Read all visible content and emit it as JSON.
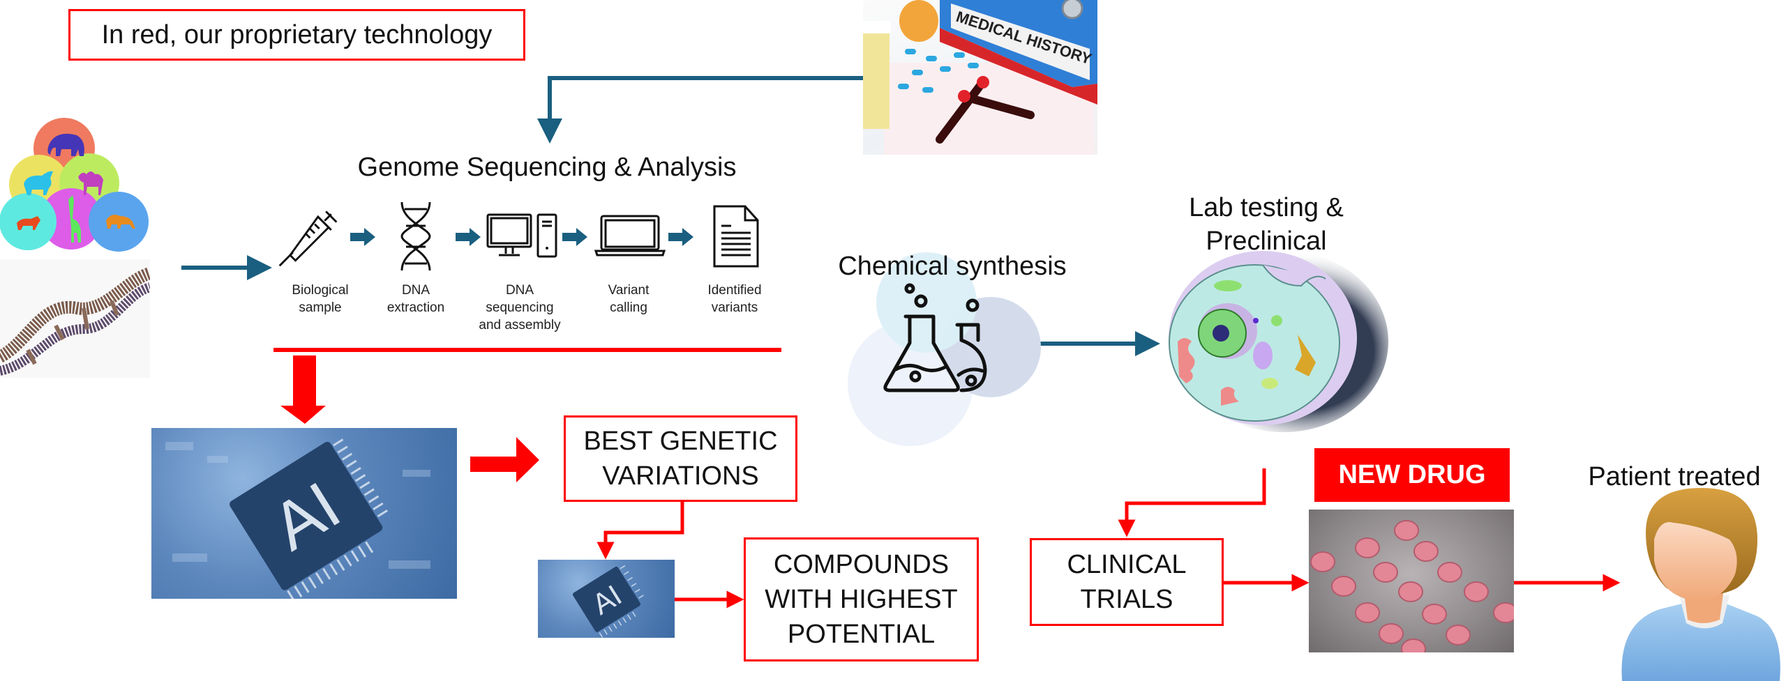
{
  "legend_note": "In red, our proprietary technology",
  "colors": {
    "proprietary_red": "#ff0000",
    "flow_blue": "#1a5f80",
    "new_drug_bg": "#ff0000",
    "new_drug_text": "#ffffff"
  },
  "inputs": {
    "animals_image": "animal-species-icon",
    "crowd_dna_image": "crowd-dna-helix-image",
    "medical_history_image": {
      "icon": "medical-history-photo",
      "text": "MEDICAL HISTORY"
    }
  },
  "genome": {
    "title": "Genome Sequencing & Analysis",
    "steps": [
      {
        "icon": "syringe-icon",
        "label_lines": [
          "Biological",
          "sample"
        ]
      },
      {
        "icon": "dna-icon",
        "label_lines": [
          "DNA",
          "extraction"
        ]
      },
      {
        "icon": "computer-icon",
        "label_lines": [
          "DNA",
          "sequencing",
          "and assembly"
        ]
      },
      {
        "icon": "laptop-icon",
        "label_lines": [
          "Variant",
          "calling"
        ]
      },
      {
        "icon": "document-icon",
        "label_lines": [
          "Identified",
          "variants"
        ]
      }
    ]
  },
  "ai": {
    "chip_label": "AI",
    "best_variations": [
      "BEST GENETIC",
      "VARIATIONS"
    ],
    "compounds": [
      "COMPOUNDS",
      "WITH HIGHEST",
      "POTENTIAL"
    ]
  },
  "chemistry": {
    "title": "Chemical synthesis",
    "icon": "flask-icon"
  },
  "lab": {
    "title_lines": [
      "Lab testing &",
      "Preclinical"
    ],
    "icon": "cell-icon"
  },
  "clinical": {
    "lines": [
      "CLINICAL",
      "TRIALS"
    ]
  },
  "new_drug": {
    "label": "NEW DRUG",
    "icon": "pills-photo"
  },
  "patient": {
    "label": "Patient treated",
    "icon": "patient-avatar-icon"
  }
}
